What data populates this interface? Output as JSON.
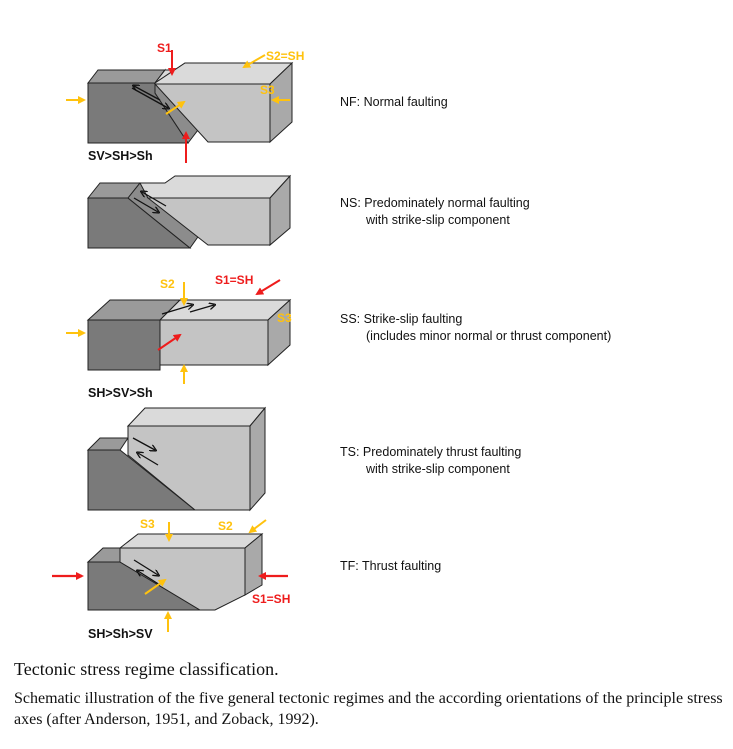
{
  "colors": {
    "red": "#ee1c1c",
    "yellow": "#ffc20e",
    "dark_face": "#777777",
    "light_face": "#c4c4c4",
    "top_face": "#dadada",
    "outline": "#222222"
  },
  "regimes": [
    {
      "code_label": "NF: Normal faulting",
      "sub_label": ""
    },
    {
      "code_label": "NS: Predominately normal faulting",
      "sub_label": "with strike-slip component"
    },
    {
      "code_label": "SS: Strike-slip faulting",
      "sub_label": "(includes minor normal or thrust component)"
    },
    {
      "code_label": "TS: Predominately thrust faulting",
      "sub_label": "with strike-slip component"
    },
    {
      "code_label": "TF: Thrust faulting",
      "sub_label": ""
    }
  ],
  "stress_labels": {
    "nf_s1": "S1",
    "nf_s2": "S2=SH",
    "nf_s3": "S3",
    "ss_s2": "S2",
    "ss_s1": "S1=SH",
    "ss_s3": "S3",
    "tf_s3": "S3",
    "tf_s2": "S2",
    "tf_s1": "S1=SH"
  },
  "stress_orders": {
    "nf": "SV>SH>Sh",
    "ss": "SH>SV>Sh",
    "tf": "SH>Sh>SV"
  },
  "caption": {
    "title": "Tectonic stress regime classification.",
    "text": "Schematic illustration of the five general tectonic regimes and the according orientations of the principle stress axes (after Anderson, 1951, and Zoback, 1992)."
  }
}
